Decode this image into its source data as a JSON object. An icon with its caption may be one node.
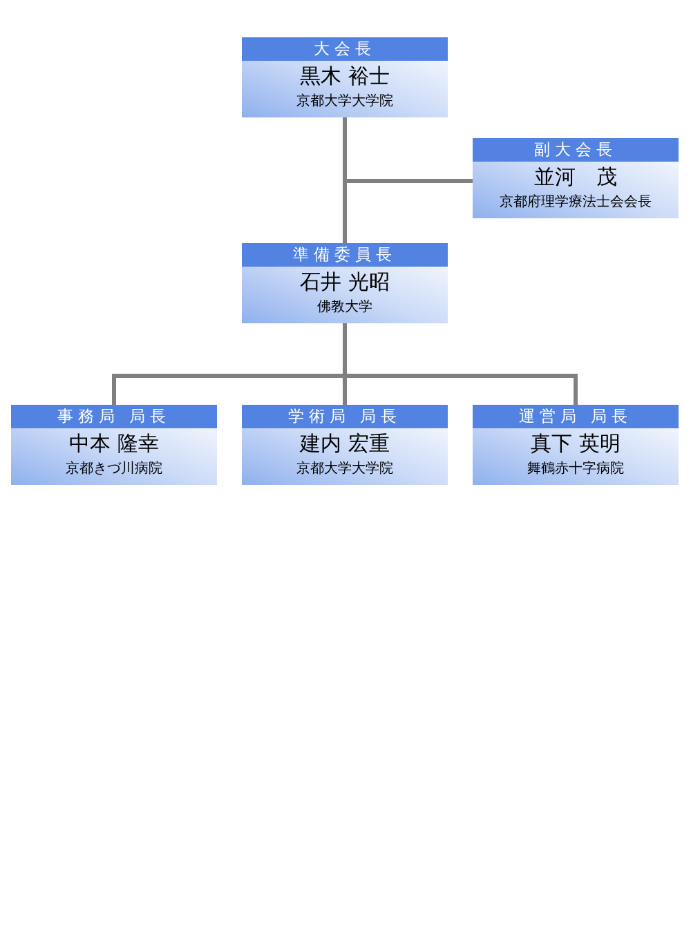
{
  "diagram": {
    "nodes": [
      {
        "text": [
          "大会長",
          "黒木 裕士",
          "京都大学大学院"
        ]
      },
      {
        "text": [
          "副大会長",
          "並河　茂",
          "京都府理学療法士会会長"
        ]
      },
      {
        "text": [
          "準備委員長",
          "石井 光昭",
          "佛教大学"
        ]
      },
      {
        "text": [
          "事務局 局長",
          "中本 隆幸",
          "京都きづ川病院"
        ]
      },
      {
        "text": [
          "学術局 局長",
          "建内 宏重",
          "京都大学大学院"
        ]
      },
      {
        "text": [
          "運営局 局長",
          "真下 英明",
          "舞鶴赤十字病院"
        ]
      }
    ],
    "edges": [
      {
        "from": 0,
        "to": 1,
        "arrow": "none"
      },
      {
        "from": 0,
        "to": 2,
        "arrow": "none"
      },
      {
        "from": 2,
        "to": 3,
        "arrow": "none"
      },
      {
        "from": 2,
        "to": 4,
        "arrow": "none"
      },
      {
        "from": 2,
        "to": 5,
        "arrow": "none"
      }
    ]
  }
}
